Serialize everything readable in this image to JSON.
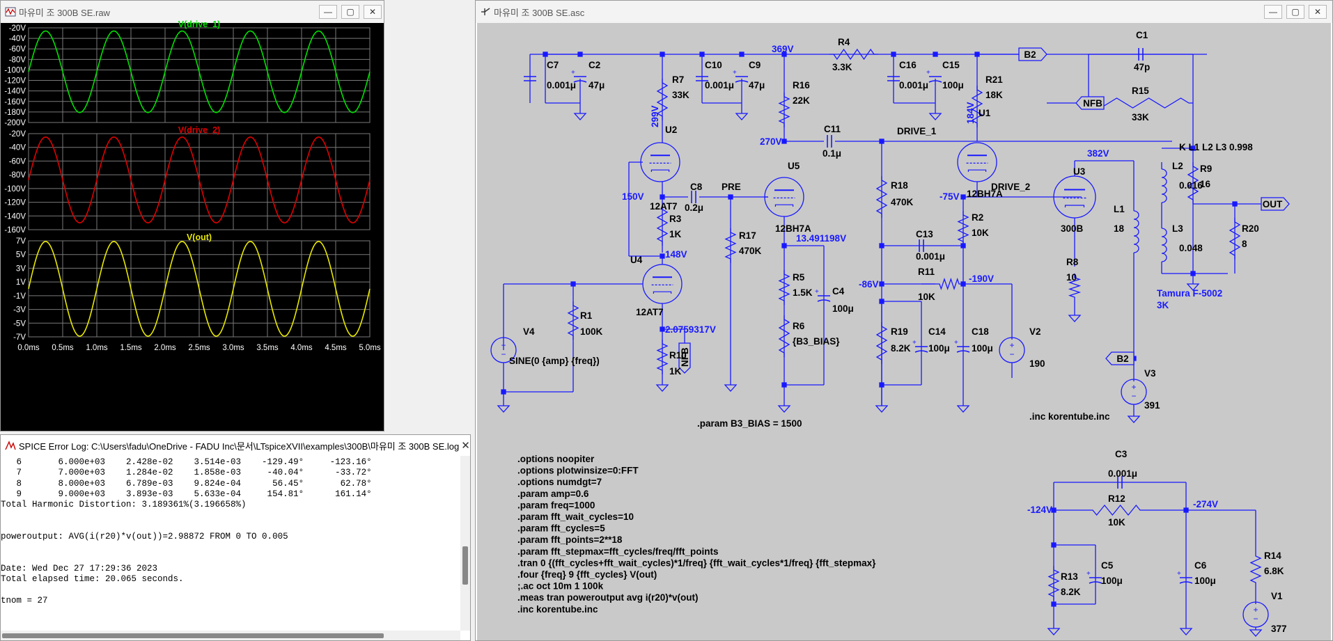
{
  "waveform_window": {
    "title": "마유미 조 300B SE.raw",
    "minimize": "—",
    "maximize": "▢",
    "close": "✕",
    "panes": [
      {
        "trace": "V(drive_1)",
        "color": "#00e000",
        "y_ticks": [
          "-20V",
          "-40V",
          "-60V",
          "-80V",
          "-100V",
          "-120V",
          "-140V",
          "-160V",
          "-180V",
          "-200V"
        ]
      },
      {
        "trace": "V(drive_2)",
        "color": "#e00000",
        "y_ticks": [
          "-20V",
          "-40V",
          "-60V",
          "-80V",
          "-100V",
          "-120V",
          "-140V",
          "-160V"
        ]
      },
      {
        "trace": "V(out)",
        "color": "#e8e800",
        "y_ticks": [
          "7V",
          "5V",
          "3V",
          "1V",
          "-1V",
          "-3V",
          "-5V",
          "-7V"
        ]
      }
    ],
    "x_ticks": [
      "0.0ms",
      "0.5ms",
      "1.0ms",
      "1.5ms",
      "2.0ms",
      "2.5ms",
      "3.0ms",
      "3.5ms",
      "4.0ms",
      "4.5ms",
      "5.0ms"
    ]
  },
  "chart_data": [
    {
      "type": "line",
      "title": "V(drive_1)",
      "xlabel": "",
      "ylabel": "",
      "x_range_ms": [
        0,
        5
      ],
      "ylim": [
        -200,
        -20
      ],
      "series": [
        {
          "name": "V(drive_1)",
          "waveform": "sine",
          "frequency_hz": 1000,
          "max": -26,
          "min": -181,
          "offset": -103.5,
          "amplitude": 77.5
        }
      ]
    },
    {
      "type": "line",
      "title": "V(drive_2)",
      "xlabel": "",
      "ylabel": "",
      "x_range_ms": [
        0,
        5
      ],
      "ylim": [
        -160,
        -20
      ],
      "series": [
        {
          "name": "V(drive_2)",
          "waveform": "sine",
          "frequency_hz": 1000,
          "max": -25,
          "min": -150,
          "offset": -87.5,
          "amplitude": 62.5
        }
      ]
    },
    {
      "type": "line",
      "title": "V(out)",
      "xlabel": "",
      "ylabel": "",
      "x_range_ms": [
        0,
        5
      ],
      "ylim": [
        -7,
        7
      ],
      "series": [
        {
          "name": "V(out)",
          "waveform": "sine",
          "frequency_hz": 1000,
          "max": 6.9,
          "min": -6.9,
          "offset": 0,
          "amplitude": 6.9
        }
      ]
    }
  ],
  "log_window": {
    "title": "SPICE Error Log: C:\\Users\\fadu\\OneDrive - FADU Inc\\문서\\LTspiceXVII\\examples\\300B\\마유미 조 300B SE.log",
    "close": "✕",
    "lines": [
      "   6       6.000e+03    2.428e-02    3.514e-03    -129.49°     -123.16°",
      "   7       7.000e+03    1.284e-02    1.858e-03     -40.04°      -33.72°",
      "   8       8.000e+03    6.789e-03    9.824e-04      56.45°       62.78°",
      "   9       9.000e+03    3.893e-03    5.633e-04     154.81°      161.14°",
      "Total Harmonic Distortion: 3.189361%(3.196658%)",
      "",
      "",
      "poweroutput: AVG(i(r20)*v(out))=2.98872 FROM 0 TO 0.005",
      "",
      "",
      "Date: Wed Dec 27 17:29:36 2023",
      "Total elapsed time: 20.065 seconds.",
      "",
      "tnom = 27"
    ]
  },
  "schematic_window": {
    "title": "마유미 조 300B SE.asc",
    "minimize": "—",
    "maximize": "▢",
    "close": "✕"
  },
  "schematic": {
    "components": {
      "C7": [
        "C7",
        "0.001μ"
      ],
      "C2": [
        "C2",
        "47μ"
      ],
      "R7": [
        "R7",
        "33K"
      ],
      "C10": [
        "C10",
        "0.001μ"
      ],
      "C9": [
        "C9",
        "47μ"
      ],
      "R16": [
        "R16",
        "22K"
      ],
      "R4": [
        "R4",
        "3.3K"
      ],
      "C16": [
        "C16",
        "0.001μ"
      ],
      "C15": [
        "C15",
        "100μ"
      ],
      "R21": [
        "R21",
        "18K"
      ],
      "C1": [
        "C1",
        "47p"
      ],
      "R15": [
        "R15",
        "33K"
      ],
      "U2": [
        "U2",
        "12AT7"
      ],
      "C8": [
        "C8",
        "0.2μ"
      ],
      "R3": [
        "R3",
        "1K"
      ],
      "R17": [
        "R17",
        "470K"
      ],
      "U5": [
        "U5",
        "12BH7A"
      ],
      "C11": [
        "C11",
        "0.1μ"
      ],
      "U1": [
        "U1",
        "12BH7A"
      ],
      "R18": [
        "R18",
        "470K"
      ],
      "R2": [
        "R2",
        "10K"
      ],
      "U3": [
        "U3",
        "300B"
      ],
      "R8": [
        "R8",
        "10"
      ],
      "L1": [
        "L1",
        "18"
      ],
      "L2": [
        "L2",
        "0.016"
      ],
      "L3": [
        "L3",
        "0.048"
      ],
      "R9": [
        "R9",
        "16"
      ],
      "R20": [
        "R20",
        "8"
      ],
      "U4": [
        "U4",
        "12AT7"
      ],
      "R1": [
        "R1",
        "100K"
      ],
      "V4": [
        "V4",
        "SINE(0 {amp} {freq})"
      ],
      "R10": [
        "R10",
        "1K"
      ],
      "R5": [
        "R5",
        "1.5K"
      ],
      "R6": [
        "R6",
        "{B3_BIAS}"
      ],
      "C4": [
        "C4",
        "100μ"
      ],
      "C13": [
        "C13",
        "0.001μ"
      ],
      "R11": [
        "R11",
        "10K"
      ],
      "R19": [
        "R19",
        "8.2K"
      ],
      "C14": [
        "C14",
        "100μ"
      ],
      "C18": [
        "C18",
        "100μ"
      ],
      "V2": [
        "V2",
        "190"
      ],
      "V3": [
        "V3",
        "391"
      ],
      "C3": [
        "C3",
        "0.001μ"
      ],
      "R12": [
        "R12",
        "10K"
      ],
      "R13": [
        "R13",
        "8.2K"
      ],
      "C5": [
        "C5",
        "100μ"
      ],
      "C6": [
        "C6",
        "100μ"
      ],
      "R14": [
        "R14",
        "6.8K"
      ],
      "V1": [
        "V1",
        "377"
      ]
    },
    "voltages": {
      "v369": "369V",
      "v299": "299V",
      "v150": "150V",
      "v148": "148V",
      "v270": "270V",
      "v184": "184V",
      "v382": "382V",
      "v75": "-75V",
      "v13": "13.491198V",
      "v86": "-86V",
      "v190": "-190V",
      "v2": "2.0759317V",
      "v124": "-124V",
      "v274": "-274V"
    },
    "nets": {
      "drive1": "DRIVE_1",
      "drive2": "DRIVE_2",
      "pre": "PRE",
      "out": "OUT",
      "b2a": "B2",
      "b2b": "B2",
      "nfb_a": "NFB",
      "nfb_b": "NFB"
    },
    "coupling": "K L1 L2 L3 0.998",
    "transformer": [
      "Tamura F-5002",
      "3K"
    ],
    "param_bias": ".param B3_BIAS = 1500",
    "inc_top": ".inc korentube.inc",
    "directives": [
      ".options noopiter",
      ".options plotwinsize=0:FFT",
      ".options numdgt=7",
      ".param amp=0.6",
      ".param freq=1000",
      ".param fft_wait_cycles=10",
      ".param fft_cycles=5",
      ".param fft_points=2**18",
      ".param fft_stepmax=fft_cycles/freq/fft_points",
      ".tran 0 {(fft_cycles+fft_wait_cycles)*1/freq} {fft_wait_cycles*1/freq} {fft_stepmax}",
      ".four {freq} 9 {fft_cycles} V(out)",
      ";.ac oct 10m 1 100k",
      ".meas tran poweroutput avg i(r20)*v(out)",
      ".inc korentube.inc"
    ]
  }
}
